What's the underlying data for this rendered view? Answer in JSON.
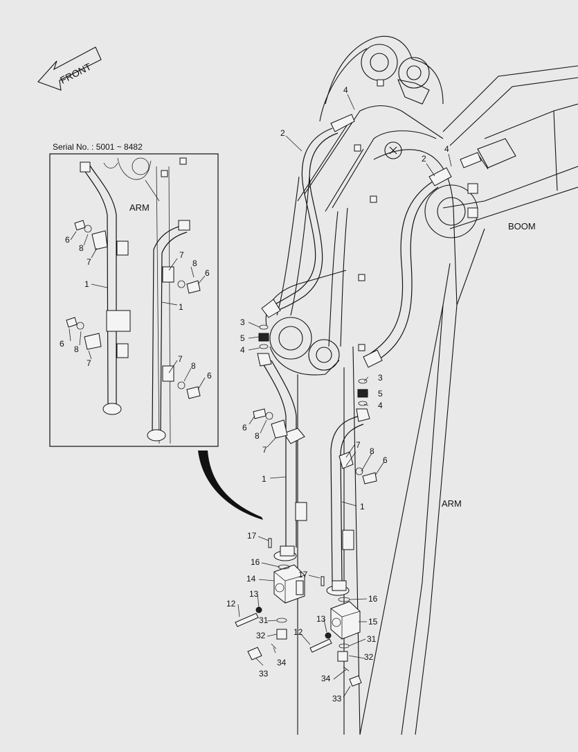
{
  "front_arrow": {
    "label": "FRONT"
  },
  "inset": {
    "serial_label": "Serial No. : 5001 ~ 8482",
    "arm_label": "ARM"
  },
  "main": {
    "boom_label": "BOOM",
    "arm_label": "ARM"
  },
  "callouts": {
    "c1": "1",
    "c2": "2",
    "c3": "3",
    "c4": "4",
    "c5": "5",
    "c6": "6",
    "c7": "7",
    "c8": "8",
    "c12": "12",
    "c13": "13",
    "c14": "14",
    "c15": "15",
    "c16": "16",
    "c17": "17",
    "c31": "31",
    "c32": "32",
    "c33": "33",
    "c34": "34"
  },
  "colors": {
    "background": "#e9e9e9",
    "line": "#111111"
  }
}
